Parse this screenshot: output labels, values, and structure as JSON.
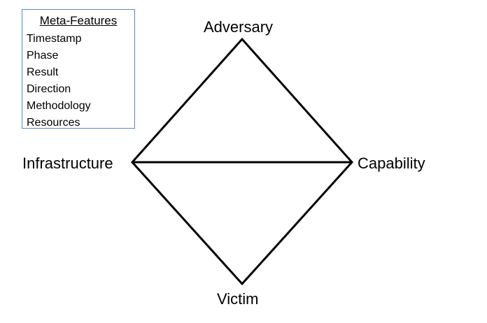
{
  "meta_features": {
    "title": "Meta-Features",
    "items": [
      "Timestamp",
      "Phase",
      "Result",
      "Direction",
      "Methodology",
      "Resources"
    ]
  },
  "vertices": {
    "adversary": "Adversary",
    "infrastructure": "Infrastructure",
    "capability": "Capability",
    "victim": "Victim"
  },
  "colors": {
    "box_border": "#5b87c6",
    "lines": "#000000"
  }
}
